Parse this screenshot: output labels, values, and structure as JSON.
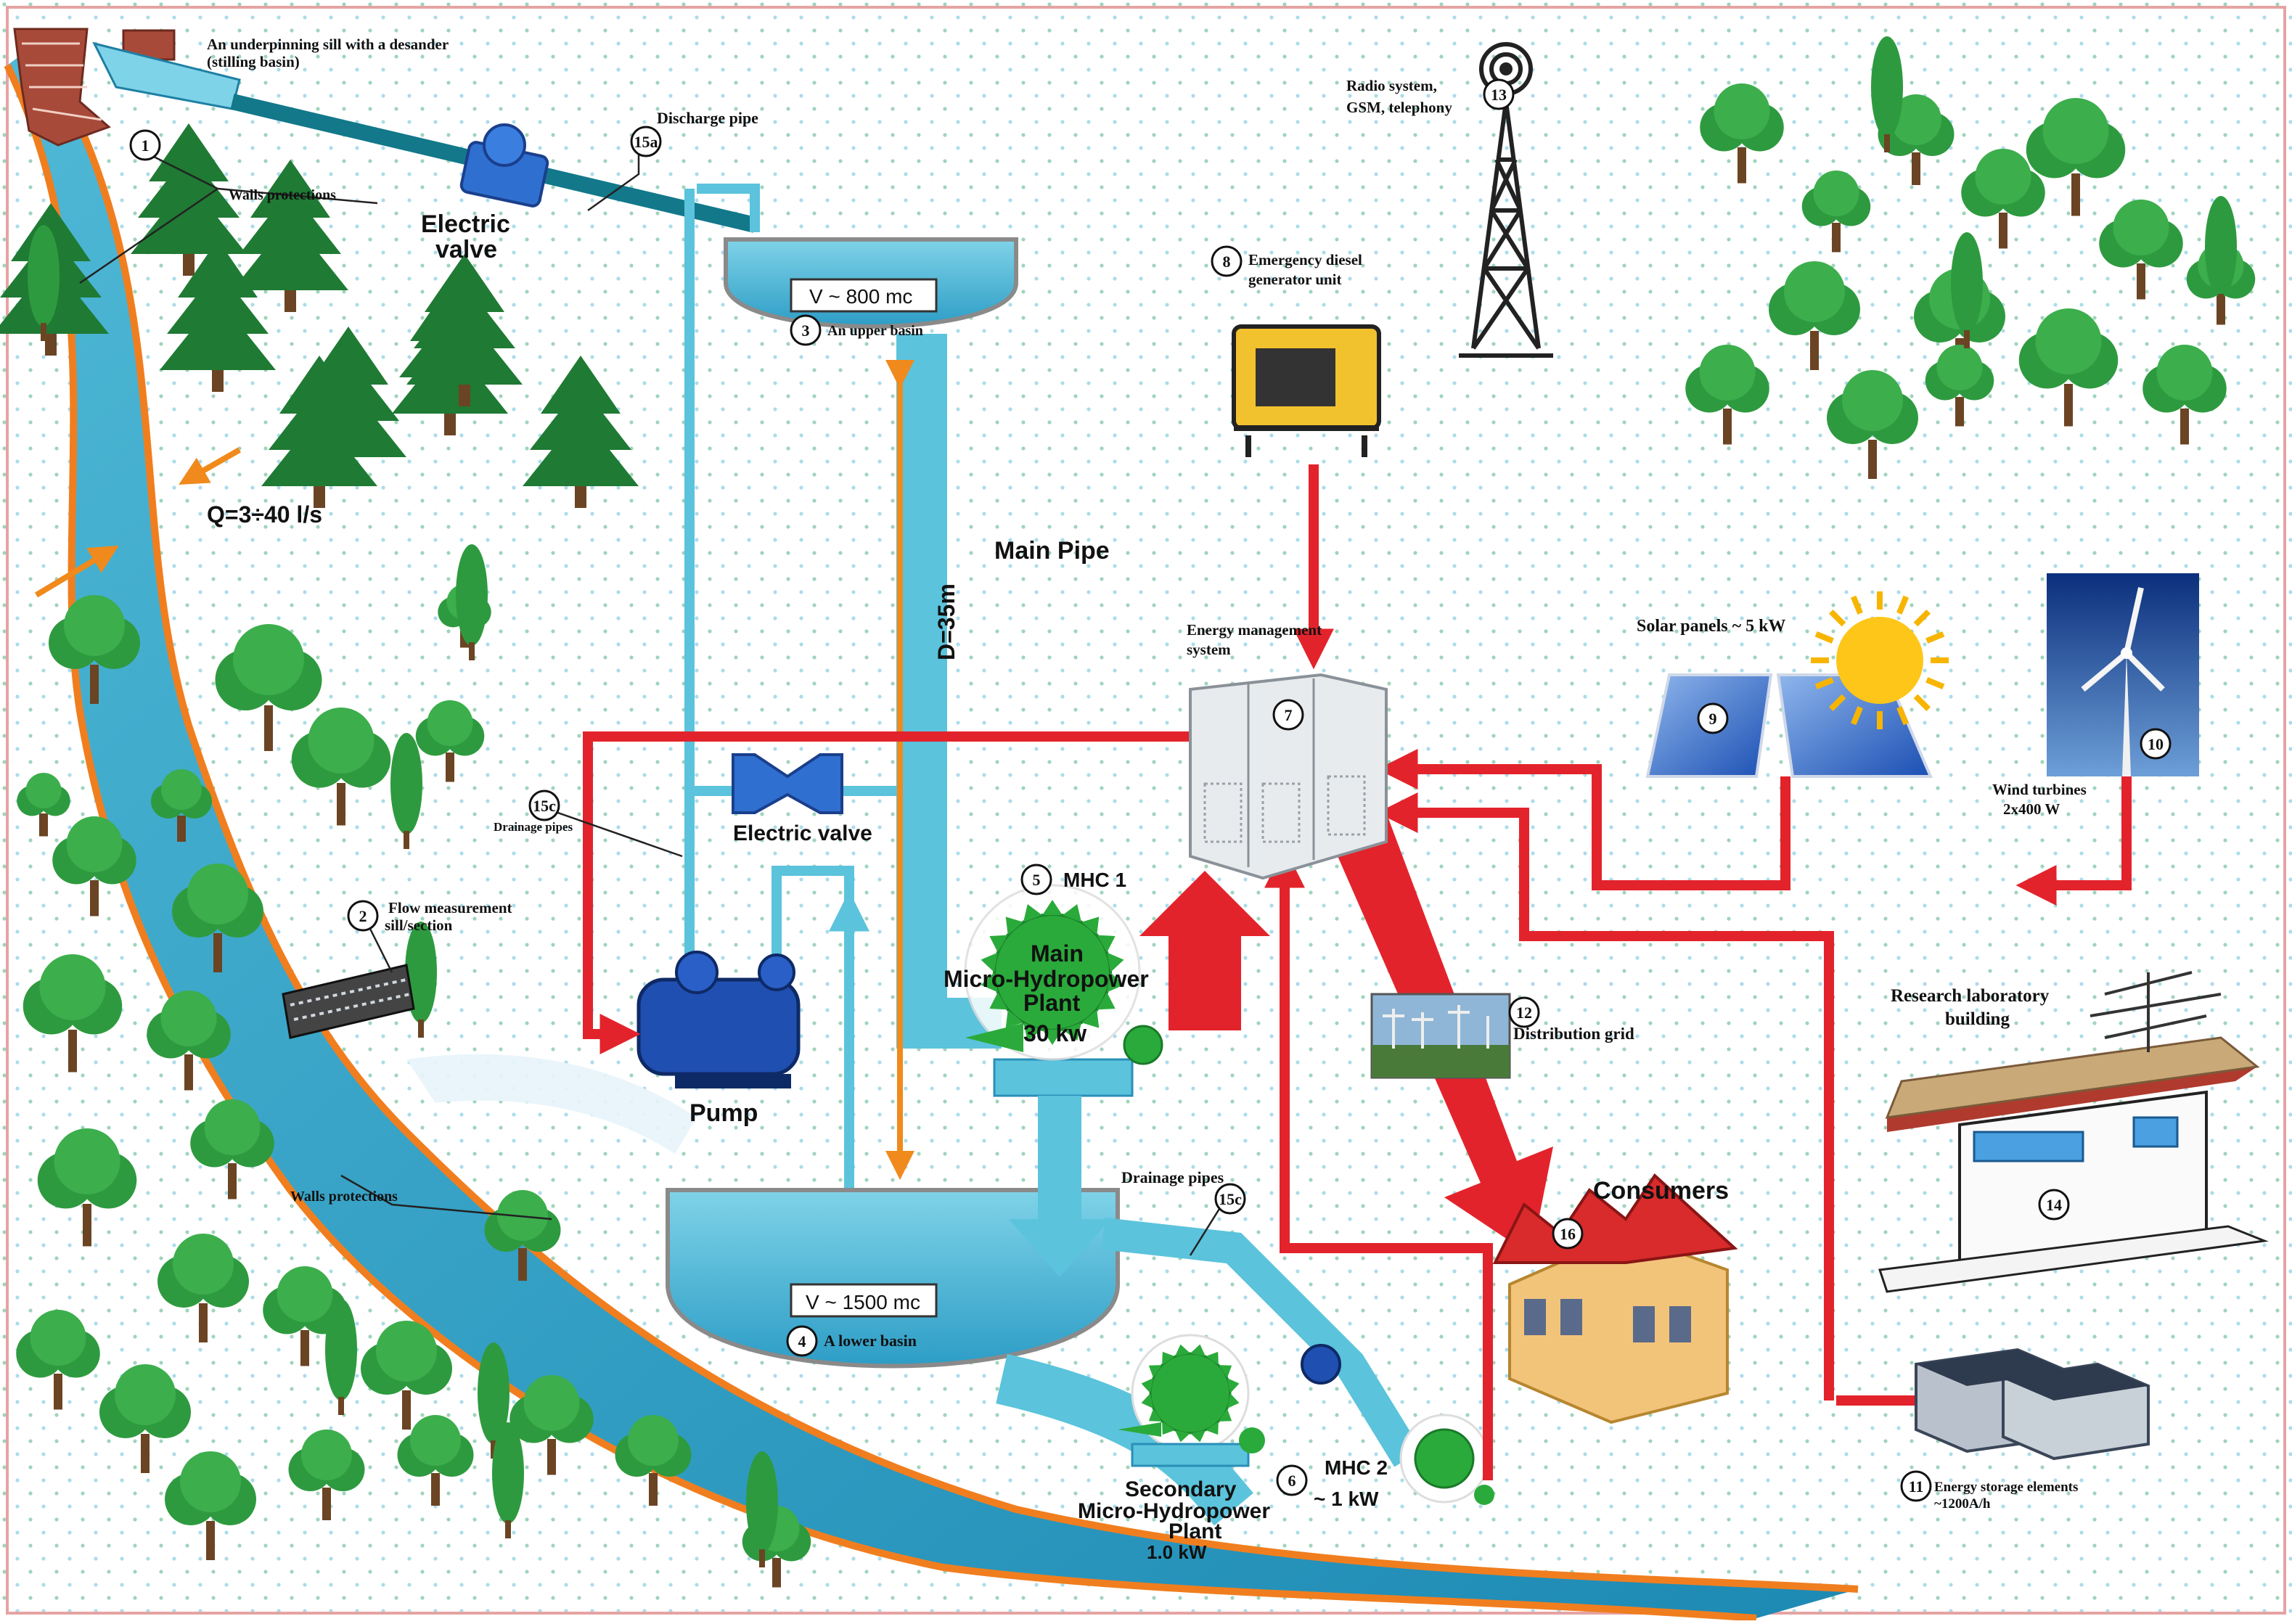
{
  "labels": {
    "sill": "An underpinning sill with a desander",
    "sill_sub": "(stilling basin)",
    "n1": "1",
    "discharge_pipe": "Discharge pipe",
    "n15a": "15a",
    "walls_prot_top": "Walls protections",
    "elec_valve_1a": "Electric",
    "elec_valve_1b": "valve",
    "flow_q": "Q=3÷40 l/s",
    "upper_vol": "V ~ 800 mc",
    "n3": "3",
    "upper_basin": "An upper basin",
    "main_pipe": "Main Pipe",
    "d35": "D=35m",
    "n15c_a": "15c",
    "drain_pipes_a": "Drainage pipes",
    "elec_valve_2": "Electric valve",
    "n2": "2",
    "flow_meas_a": "Flow measurement",
    "flow_meas_b": "sill/section",
    "pump": "Pump",
    "n5": "5",
    "mhc1": "MHC 1",
    "main_mhp_a": "Main",
    "main_mhp_b": "Micro-Hydropower",
    "main_mhp_c": "Plant",
    "main_mhp_d": "30 kw",
    "walls_prot_bottom": "Walls protections",
    "drain_pipes_b": "Drainage pipes",
    "n15c_b": "15c",
    "lower_vol": "V ~ 1500 mc",
    "n4": "4",
    "lower_basin": "A lower basin",
    "sec_a": "Secondary",
    "sec_b": "Micro-Hydropower",
    "sec_c": "Plant",
    "sec_d": "1.0 kW",
    "n6": "6",
    "mhc2": "MHC 2",
    "mhc2_kw": "~ 1 kW",
    "radio_a": "Radio system,",
    "radio_b": "GSM, telephony",
    "n13": "13",
    "n8": "8",
    "diesel_a": "Emergency diesel",
    "diesel_b": "generator unit",
    "ems_a": "Energy management",
    "ems_b": "system",
    "n7": "7",
    "solar": "Solar panels  ~ 5 kW",
    "n9": "9",
    "n10": "10",
    "wind_a": "Wind turbines",
    "wind_b": "2x400 W",
    "n12": "12",
    "grid": "Distribution grid",
    "research_a": "Research laboratory",
    "research_b": "building",
    "n14": "14",
    "consumers": "Consumers",
    "n16": "16",
    "n11": "11",
    "storage_a": "Energy storage elements",
    "storage_b": "~1200A/h"
  },
  "colors": {
    "water": "#5bc3dc",
    "water_dark": "#2a8fb8",
    "power_line": "#e3232b",
    "height_arrow": "#f08a1c",
    "pipe_dark": "#12788a",
    "bank": "#f07e1f",
    "tree_green": "#2e9a3f",
    "fir_green": "#1f7a34"
  }
}
